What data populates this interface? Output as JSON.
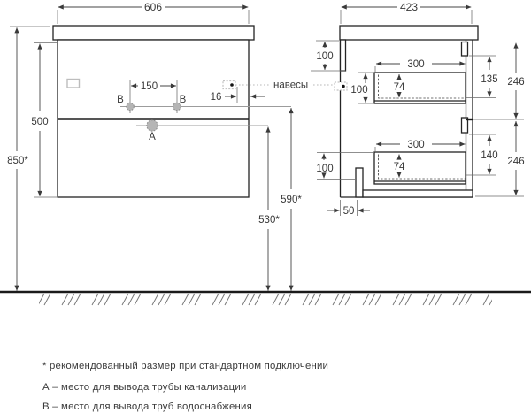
{
  "front_view": {
    "width": "606",
    "total_height": "850*",
    "cabinet_height": "500",
    "holes_spacing": "150",
    "bracket_edge_offset": "16",
    "hole_b": "В",
    "hole_a": "А",
    "water_supply_height": "590*",
    "drain_height": "530*"
  },
  "side_view": {
    "depth": "423",
    "rail_height": "100",
    "top_drawer": {
      "depth": "300",
      "inner_height": "74",
      "height": "100",
      "front_gap": "135",
      "section": "246"
    },
    "bottom_drawer": {
      "depth": "300",
      "inner_height": "74",
      "height": "100",
      "front_gap": "140",
      "section": "246"
    },
    "drain_back_offset": "50"
  },
  "callout": {
    "hangers": "навесы"
  },
  "notes": {
    "asterisk": "* рекомендованный размер при стандартном подключении",
    "a": "А – место для вывода трубы канализации",
    "b": "В – место для вывода труб водоснабжения"
  },
  "colors": {
    "line": "#242424",
    "dim": "#454545",
    "text": "#3b3b3b",
    "hole_fill": "#b5b5b5",
    "background": "#ffffff"
  }
}
